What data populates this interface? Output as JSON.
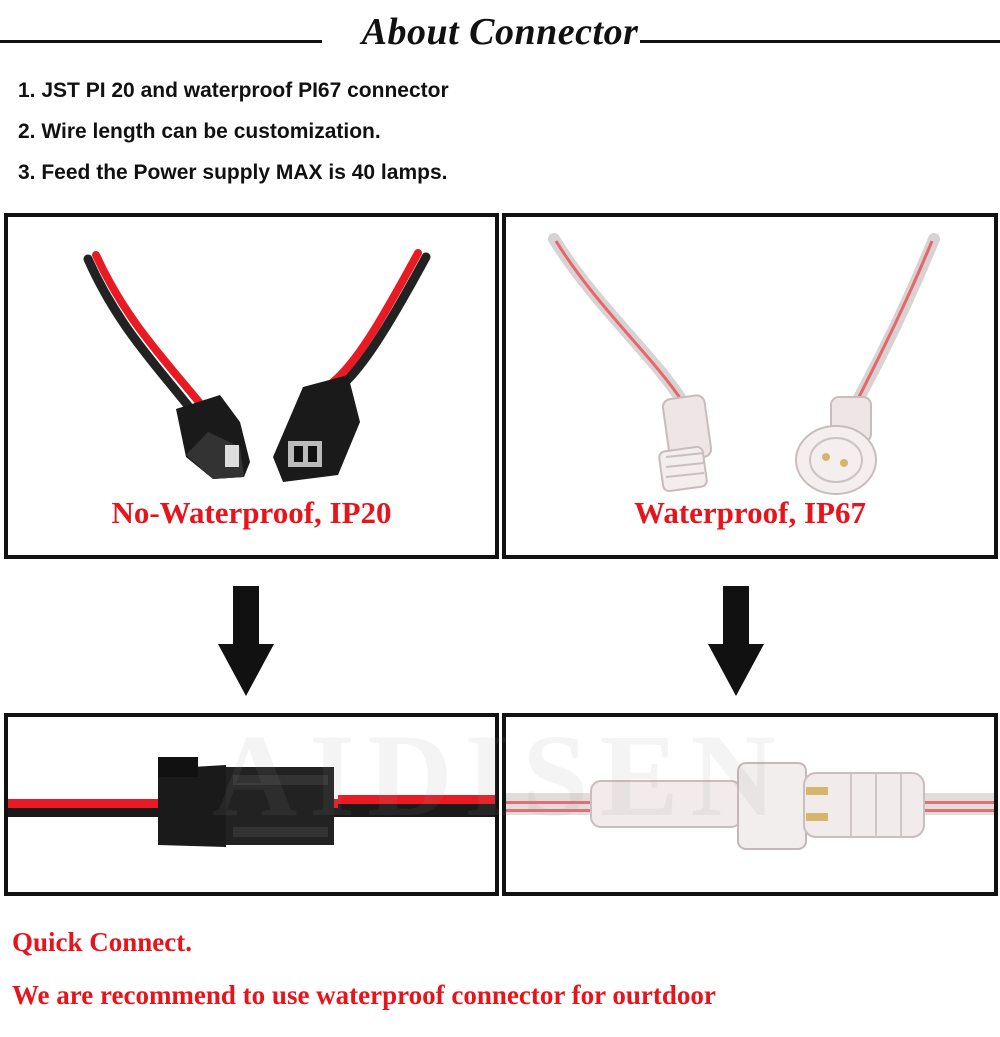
{
  "header": {
    "title": "About Connector"
  },
  "features": [
    "1. JST PI 20 and waterproof PI67 connector",
    "2. Wire length can be customization.",
    "3. Feed the Power supply MAX is 40 lamps."
  ],
  "panels": {
    "left_caption": "No-Waterproof, IP20",
    "right_caption": "Waterproof, IP67"
  },
  "watermark": "AIDISEN",
  "footer": {
    "line1": "Quick Connect.",
    "line2": "We are recommend to use waterproof connector for ourtdoor"
  },
  "colors": {
    "accent_red": "#e8141c",
    "border": "#111111"
  },
  "icons": [
    "down-arrow-icon",
    "down-arrow-icon"
  ]
}
